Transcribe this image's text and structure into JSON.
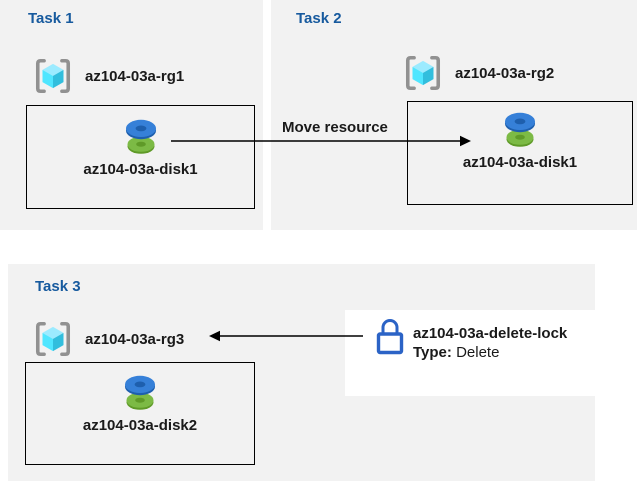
{
  "tasks": [
    {
      "title": "Task 1",
      "resource_group": "az104-03a-rg1",
      "resource": "az104-03a-disk1"
    },
    {
      "title": "Task 2",
      "resource_group": "az104-03a-rg2",
      "resource": "az104-03a-disk1"
    },
    {
      "title": "Task 3",
      "resource_group": "az104-03a-rg3",
      "resource": "az104-03a-disk2"
    }
  ],
  "move_arrow": {
    "label": "Move resource"
  },
  "lock": {
    "name": "az104-03a-delete-lock",
    "type_label": "Type:",
    "type_value": "Delete"
  },
  "icons": {
    "resource_group": "resource-group-icon",
    "disk": "disk-icon",
    "lock": "lock-icon"
  },
  "colors": {
    "panel_bg": "#f2f2f2",
    "title_blue": "#175a9e",
    "text": "#1a1a1a",
    "arrow": "#000000",
    "lock_blue": "#2b63c6",
    "disk_blue": "#3680d8",
    "disk_blue_dark": "#1e5fad",
    "disk_green": "#7cba45",
    "disk_green_dark": "#5f9a28",
    "cube_top": "#9cebff",
    "cube_left": "#50e6ff",
    "cube_right": "#32bedd",
    "bracket_gray": "#919191"
  }
}
